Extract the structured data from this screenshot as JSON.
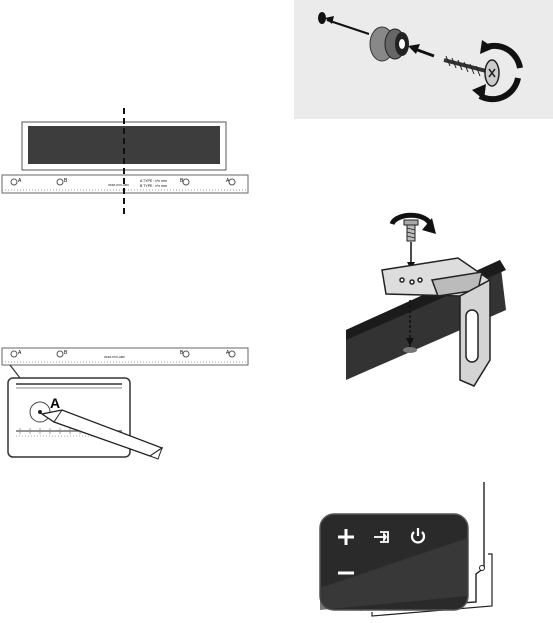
{
  "template": {
    "left": {
      "marker_a": "A",
      "marker_b": "B",
      "center_code_1": "ODM-XXX-ABC",
      "center_code_2": "ODM-XXX-ABC",
      "type_a": "A TYPE : x*x mm",
      "type_b": "B TYPE : x*x mm"
    },
    "zoom_label": "A"
  },
  "remote_panel": {
    "plus_icon": "plus-icon",
    "input_icon": "input-source-icon",
    "power_icon": "power-icon",
    "minus_icon": "minus-icon"
  },
  "colors": {
    "panel_gray": "#ebebeb",
    "soundbar_dark": "#3d3d3d",
    "line": "#222222"
  }
}
